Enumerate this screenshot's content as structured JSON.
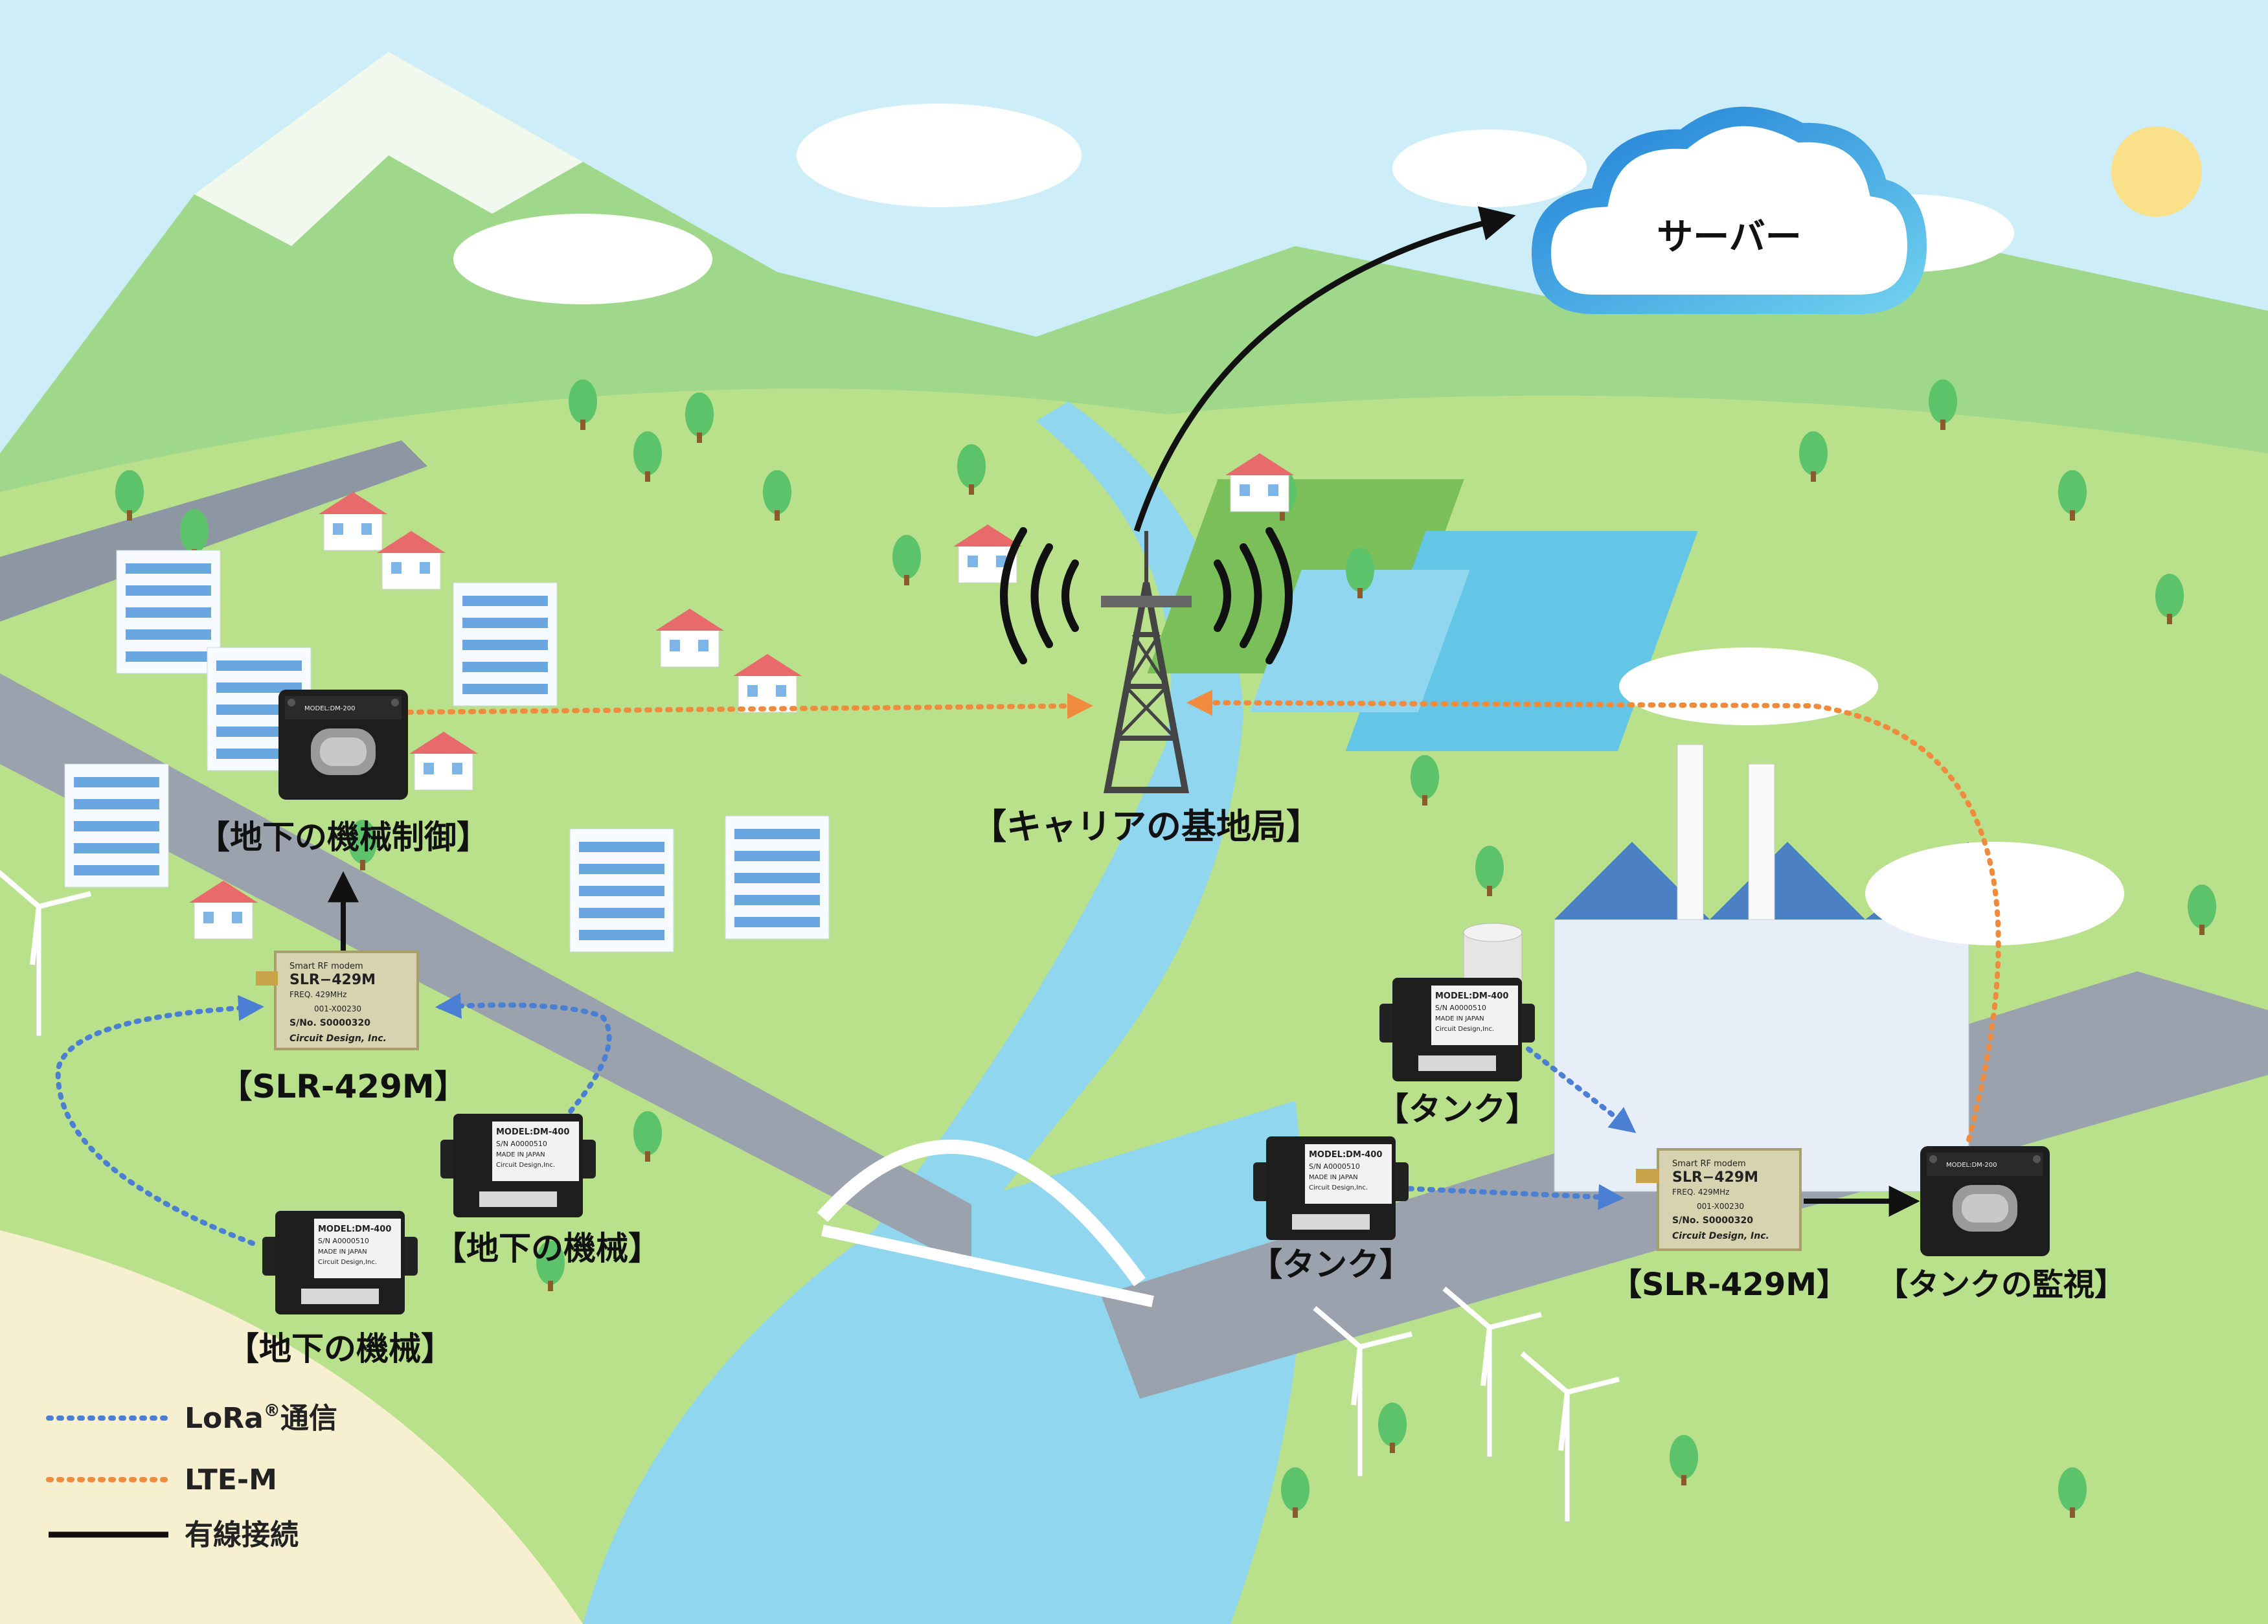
{
  "diagram": {
    "cloud_label": "サーバー",
    "base_station_label": "【キャリアの基地局】",
    "nodes": {
      "underground_control": "【地下の機械制御】",
      "slr_left": "【SLR-429M】",
      "underground_machine_1": "【地下の機械】",
      "underground_machine_2": "【地下の機械】",
      "tank_1": "【タンク】",
      "tank_2": "【タンク】",
      "slr_right": "【SLR-429M】",
      "tank_monitor": "【タンクの監視】"
    },
    "devices": {
      "slr_module": {
        "line1": "Smart RF modem",
        "line2": "SLR−429M",
        "line3": "FREQ. 429MHz",
        "line4": "001-X00230",
        "line5": "S/No. S0000320",
        "line6": "Circuit Design, Inc."
      },
      "dm_module": {
        "line1": "MODEL:DM-400",
        "line2": "S/N A0000510",
        "line3": "MADE IN JAPAN",
        "line4": "Circuit Design,Inc."
      },
      "dm200_module": {
        "line1": "MODEL:DM-200"
      }
    },
    "legend": [
      {
        "label": "LoRa",
        "sup": "®",
        "suffix": "通信",
        "color": "#4a7fd4",
        "style": "dotted"
      },
      {
        "label": "LTE-M",
        "sup": "",
        "suffix": "",
        "color": "#f08a3c",
        "style": "dotted"
      },
      {
        "label": "有線接続",
        "sup": "",
        "suffix": "",
        "color": "#111111",
        "style": "solid"
      }
    ]
  },
  "colors": {
    "sky": "#cdeef8",
    "grass": "#b9e08a",
    "river": "#8fd6ee",
    "lora": "#4a7fd4",
    "ltem": "#f08a3c",
    "wired": "#111111",
    "cloud_border": "#3a9bd9"
  }
}
